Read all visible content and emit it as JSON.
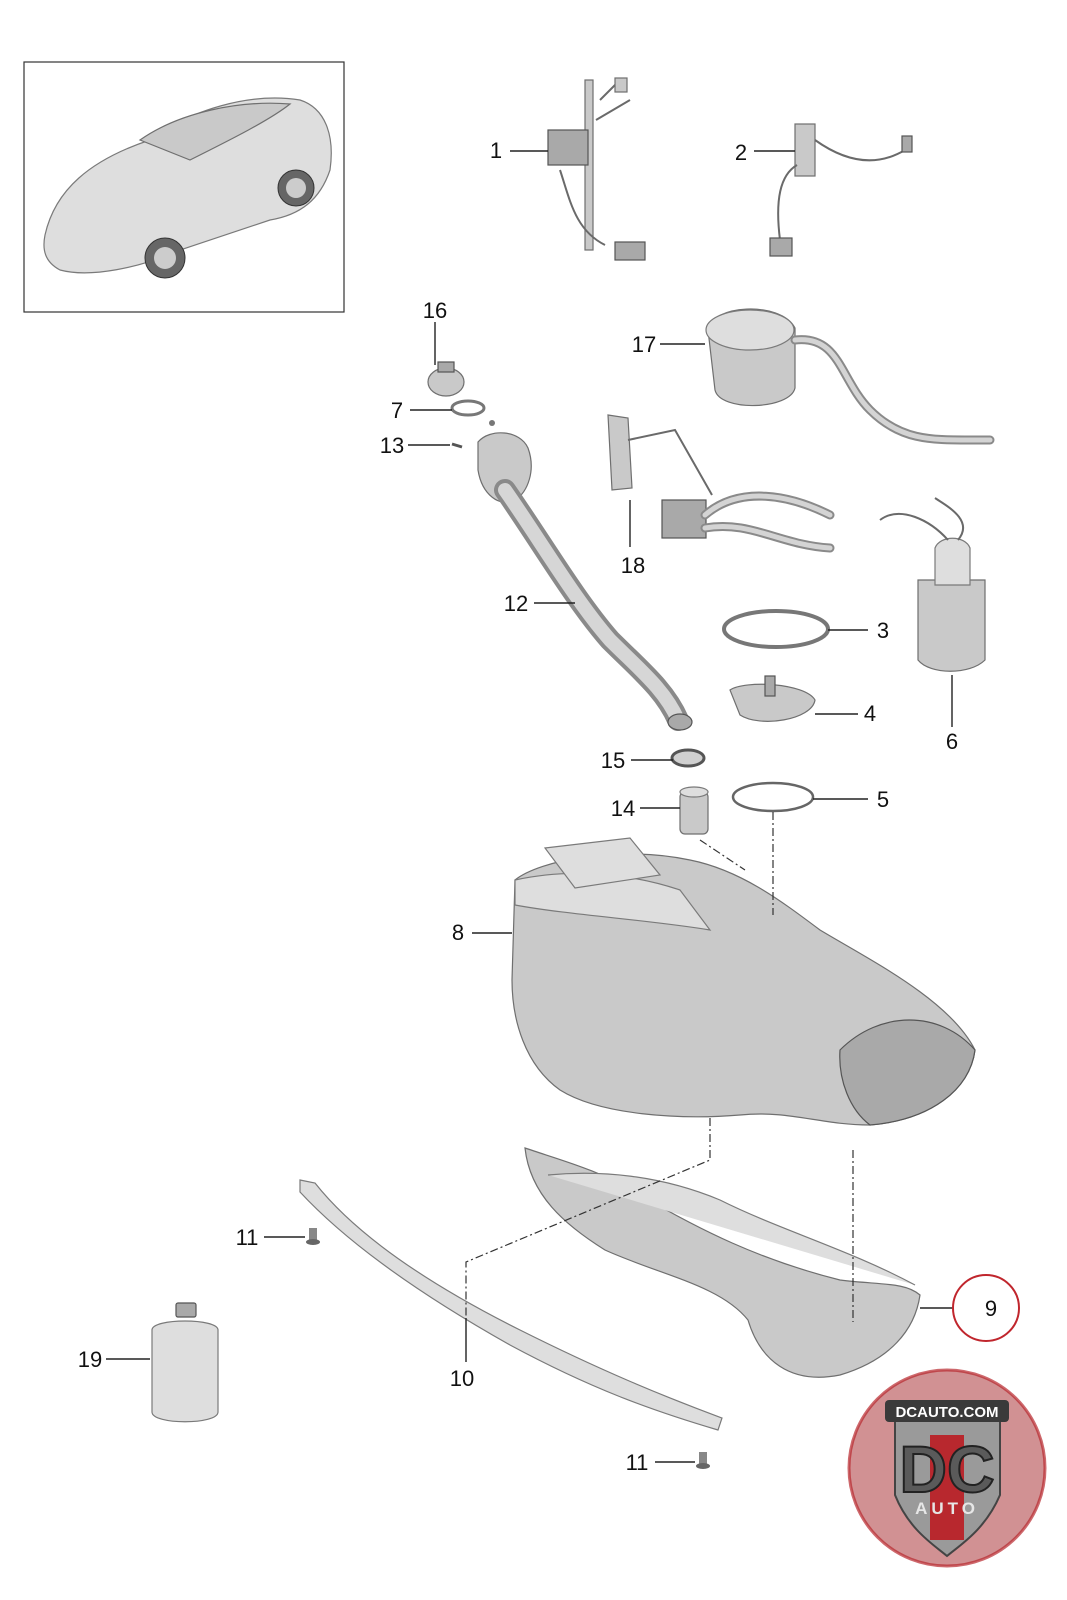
{
  "callouts": [
    {
      "label": "1"
    },
    {
      "label": "2"
    },
    {
      "label": "3"
    },
    {
      "label": "4"
    },
    {
      "label": "5"
    },
    {
      "label": "6"
    },
    {
      "label": "7"
    },
    {
      "label": "8"
    },
    {
      "label": "9",
      "highlighted": true
    },
    {
      "label": "10"
    },
    {
      "label": "11"
    },
    {
      "label": "11"
    },
    {
      "label": "12"
    },
    {
      "label": "13"
    },
    {
      "label": "14"
    },
    {
      "label": "15"
    },
    {
      "label": "16"
    },
    {
      "label": "17"
    },
    {
      "label": "18"
    },
    {
      "label": "19"
    }
  ],
  "logo": {
    "top_text": "DCAUTO.COM",
    "main_text": "DC",
    "bottom_text": "AUTO"
  },
  "colors": {
    "highlight_circle": "#c0262d",
    "logo_red": "#b8282e",
    "logo_silver": "#9a9a9a",
    "part_gray": "#c9c9c9"
  }
}
